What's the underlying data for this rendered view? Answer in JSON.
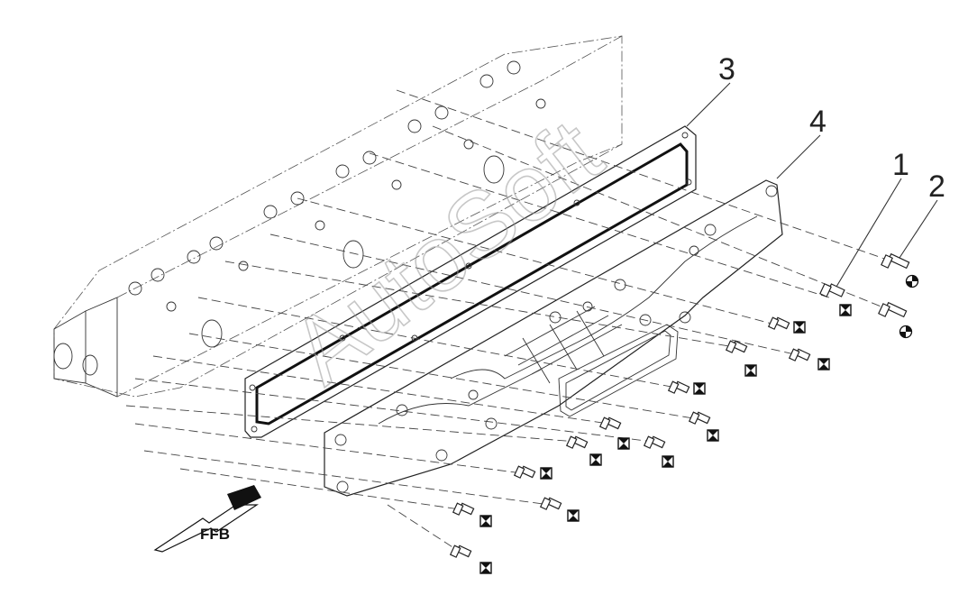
{
  "callouts": {
    "c1": "1",
    "c2": "2",
    "c3": "3",
    "c4": "4"
  },
  "direction_label": "FFB",
  "watermark_text": "AutoSoft",
  "legend_symbols": {
    "square_marker": "hourglass-square-icon",
    "round_marker": "half-filled-circle-icon"
  }
}
